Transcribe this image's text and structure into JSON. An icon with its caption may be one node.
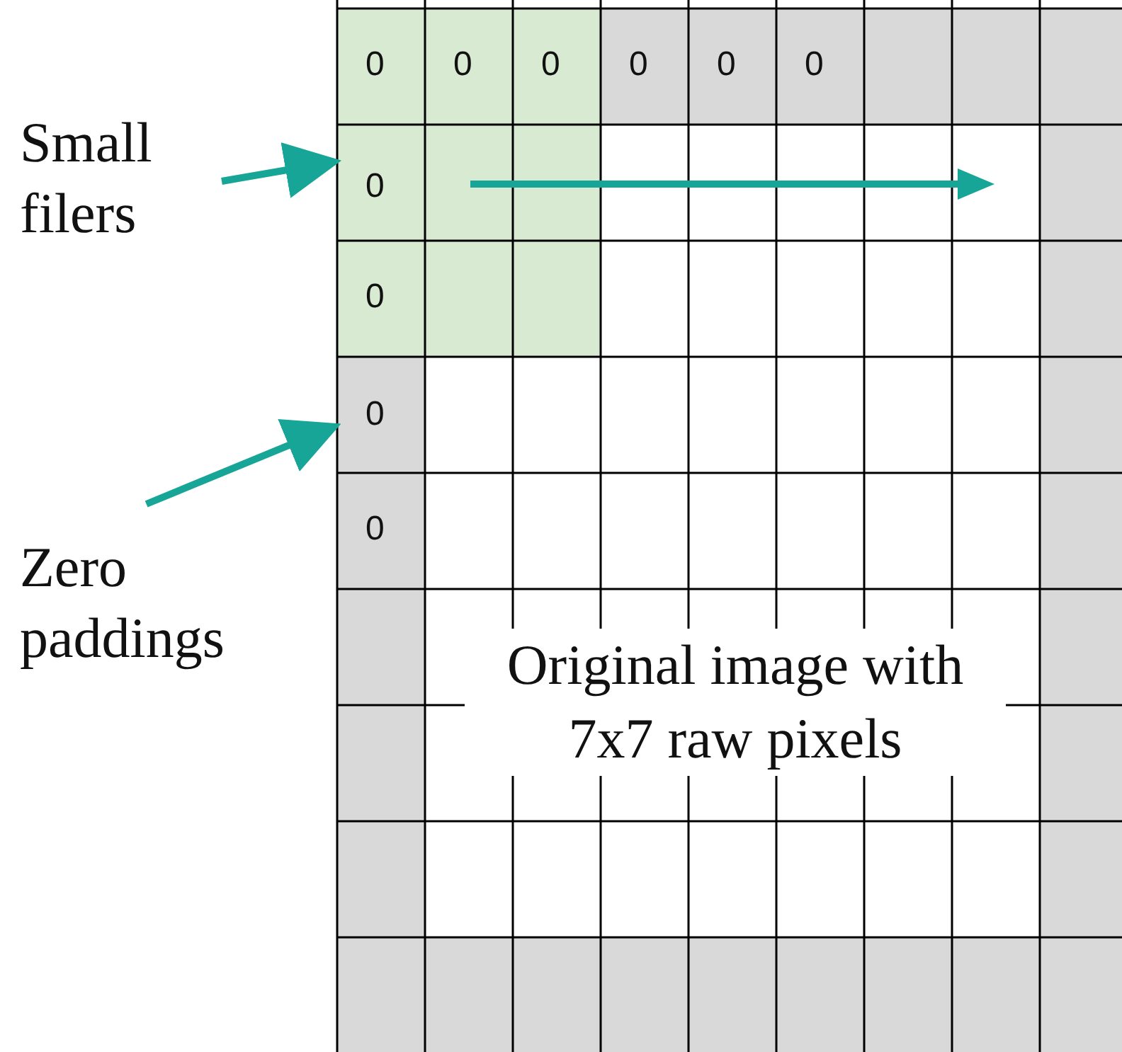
{
  "diagram": {
    "nodes": [
      {
        "text": [
          "Small filers"
        ]
      },
      {
        "text": [],
        "shape": "box"
      },
      {
        "text": [
          "Zero paddings"
        ]
      },
      {
        "text": [
          "0"
        ]
      }
    ],
    "edges": [
      {
        "from": 0,
        "to": 1,
        "arrow": "to"
      },
      {
        "from": 2,
        "to": 3,
        "arrow": "to"
      }
    ],
    "labels": [
      "0",
      "0",
      "0",
      "0",
      "0",
      "0",
      "0",
      "0",
      "0",
      "Original image with 7x7 raw pixels"
    ]
  }
}
